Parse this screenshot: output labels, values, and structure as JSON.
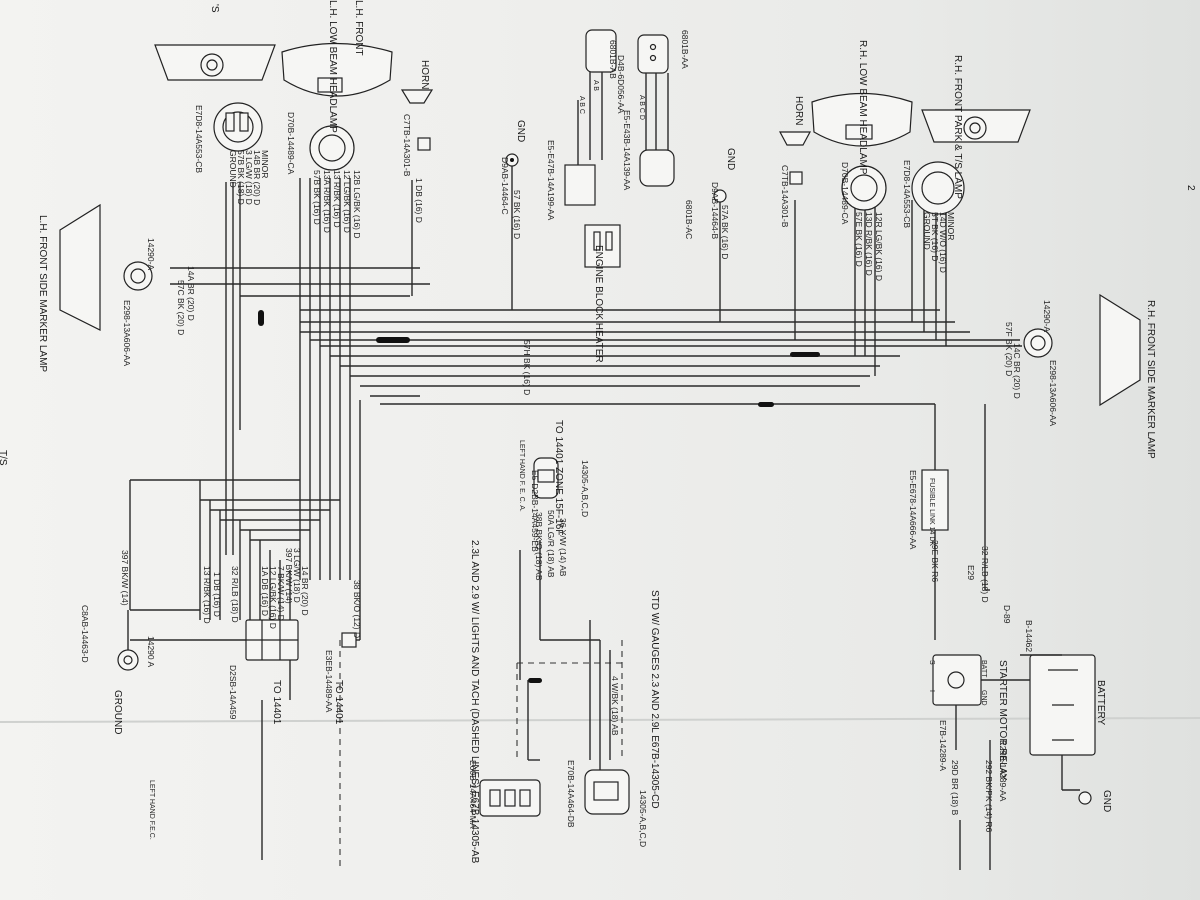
{
  "page": {
    "number": "2",
    "top_left_fragment": "'S",
    "left_edge_fragment": "T/S"
  },
  "labels": {
    "rh_side_marker": "R.H. FRONT SIDE MARKER LAMP",
    "rh_park_lamp": "R.H. FRONT PARK & T/S LAMP",
    "rh_low_beam": "R.H. LOW BEAM HEADLAMP",
    "lh_low_beam": "L.H. LOW BEAM HEADLAMP",
    "lh_front_frag": "L.H. FRONT",
    "lh_side_marker": "L.H. FRONT SIDE MARKER LAMP",
    "horn": "HORN",
    "gnd": "GND",
    "ground": "GROUND",
    "battery": "BATTERY",
    "starter_relay": "STARTER MOTOR RELAY",
    "engine_heater": "ENGINE BLOCK HEATER",
    "to_14401": "TO 14401",
    "to_14401_zone": "TO 14401 ZONE 15F-16F",
    "left_hand_fec": "LEFT HAND F. E. C. A.",
    "std_gauges": "STD W/ GAUGES 2.3 AND 2.9L E67B-14305-CD",
    "lights_tach": "2.3L AND 2.9 W/ LIGHTS AND TACH (DASHED LINES) E67B-14305-AB",
    "fusible_link": "FUSIBLE LINK 14 DK",
    "wire_57h": "57H BK (16) D",
    "wire_57f": "57F BK (20) D",
    "wire_14c": "14C BR (20) D",
    "wire_14a": "14A BR (20) D",
    "wire_57c": "57C BK (20) D",
    "wire_397": "397 BK/W (14)",
    "wire_32": "32 R/LB (18) D",
    "wire_29e": "29E BK R6",
    "wire_292": "292 BK/PK (14) R6",
    "wire_29d": "29D BR (18) B",
    "wire_38": "38 BK/O (12) D",
    "wire_36": "36 Y/W (14) AB",
    "wire_50a": "50A LG/R (18) AB",
    "wire_38b": "38B BK/O (18) AB",
    "wire_4": "4 W/BK (18) AB",
    "wire_horn_1": "1 DB (16) D",
    "wire_57_gnd": "57 BK (16) D",
    "wire_57a_gnd": "57A BK (16) D",
    "rh_plug_wires": [
      "12R LG/BK (16) D",
      "13D R/BK (16) D",
      "57E BK (16) D"
    ],
    "rh_park_wires": [
      "MINOR",
      "14D W/O (16) D",
      "5T BK (16) D",
      "GROUND"
    ],
    "lh_plug_wires": [
      "12B LG/BK (16) D",
      "12 LG/BK (16) D",
      "13 R/BK (16) D",
      "13A R/BK (16) D",
      "57B BK (16) D"
    ],
    "lh_park_wires": [
      "MINOR",
      "14B BR (20) D",
      "3 LG/W (18) D",
      "57B BK (18) D",
      "GROUND"
    ],
    "bundle_wires": [
      "14 BR (20) D",
      "3 LG/W (18) D",
      "397 BK/W (14)",
      "7 BK/W (14) D",
      "12 LG/BK (16) D",
      "1A DB (16) D",
      "32 R/LB (18) D",
      "1 DB (16) D",
      "13 R/BK (16) D"
    ],
    "harness_blocks": [
      "A B C D",
      "A B C",
      "A B"
    ],
    "part_numbers": {
      "e7d8_14a553_cb_l": "E7D8-14A553-CB",
      "e7d8_14a553_cb_r": "E7D8-14A553-CB",
      "d7b_14489_ca_l": "D70B-14489-CA",
      "d7b_14489_ca_r": "D70B-14489-CA",
      "c7b_14a301_b_l": "C7TB-14A301-B",
      "c7b_14a301_b_r": "C7TB-14A301-B",
      "d9b_14a464_b": "D9AB-14464-B",
      "d9b_14a464_c": "D9AB-14464-C",
      "e298_13a606_aa_l": "E298-13A606-AA",
      "e298_13a606_aa_r": "E298-13A606-AA",
      "e5_e47b_14a199_aa": "E5-E47B-14A199-AA",
      "d4b_6d056_aa": "D4B-6D056-AA",
      "e5_e43b_14a139_aa": "E5-E43B-14A139-AA",
      "e3b_14489_aa": "E3EB-14489-AA",
      "d2sb_14a459": "D2SB-14A459",
      "c8ab_14463_d": "C8AB-14463-D",
      "e5_e678_14a666_aa": "E5-E678-14A666-AA",
      "e5_d2bb_14a459_eb": "E5-D2BB-14A459-EB",
      "e70b_14a464_db": "E70B-14A464-DB",
      "e60b_14a464_ma": "E60B-14A464-MA",
      "e29b_14289_aa": "E29B-14289-AA",
      "e7b_14289_a": "E7B-14289-A",
      "b_14462": "B-14462"
    },
    "circuit_refs": {
      "c14290a": "14290-A",
      "c14290a_b": "14290 A",
      "c14305": "14305-A,B,C,D",
      "c6801": "6801B-AA",
      "c6801b": "6801B-AB",
      "c6801c": "6801B-AC",
      "d89": "D-89",
      "e29": "E29"
    },
    "relay_pins": [
      "S",
      "I",
      "BATT",
      "GND"
    ],
    "left_hand_fec_r": "LEFT HAND F.E.C."
  },
  "colors": {
    "paper": "#efefed",
    "ink": "#222222",
    "background": "#dcdfe1"
  }
}
